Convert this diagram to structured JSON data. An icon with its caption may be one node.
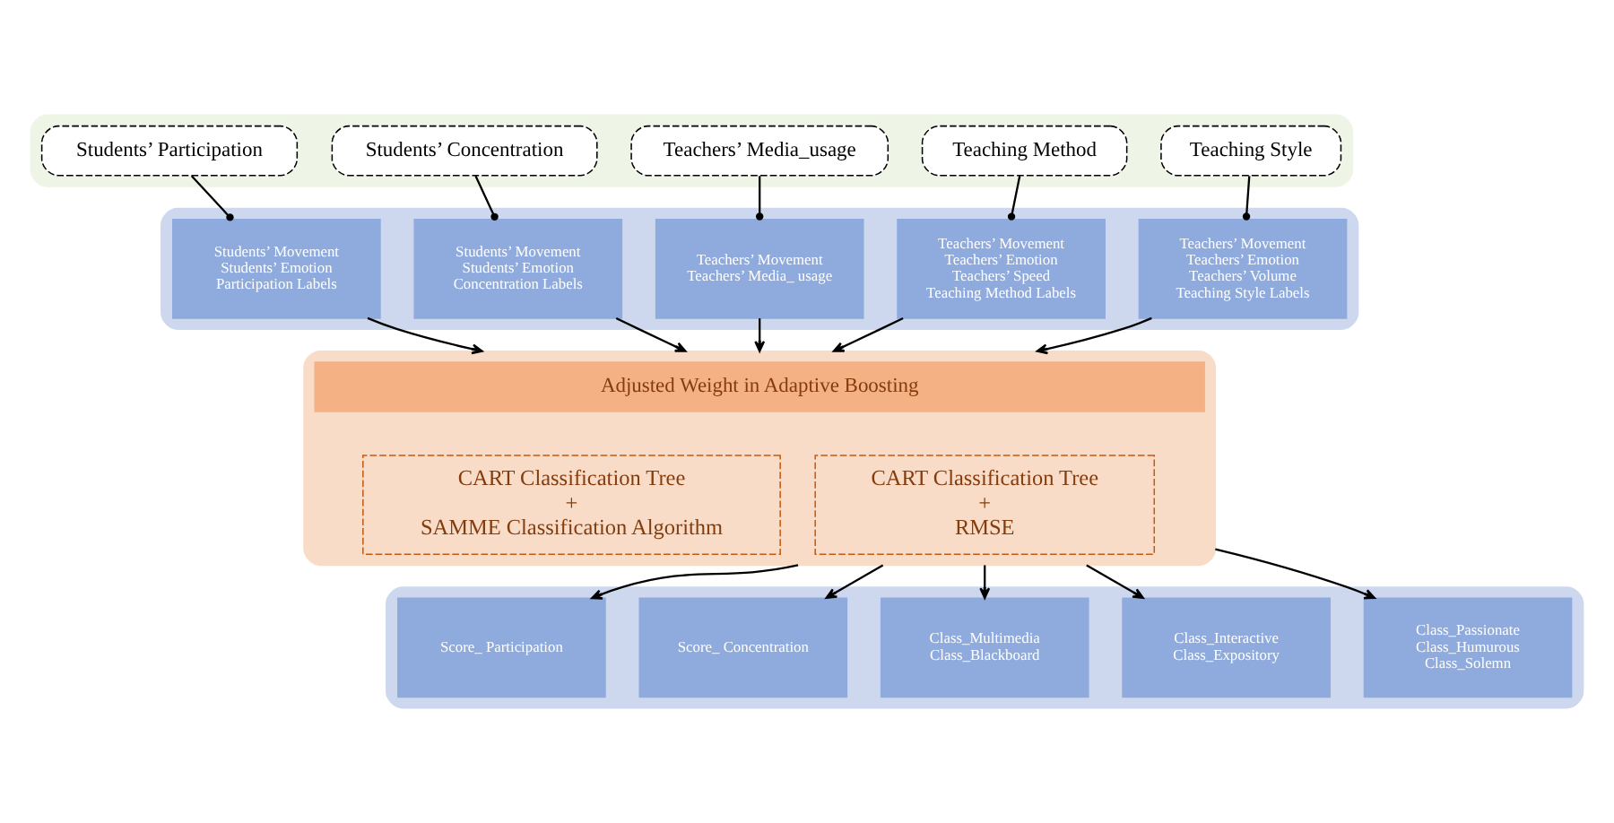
{
  "diagram": {
    "nodes": [
      {
        "text": [],
        "shape": "box"
      },
      {
        "text": [
          "Teaching Style"
        ],
        "in": 0
      },
      {
        "text": [
          "Teaching Method"
        ],
        "in": 0
      },
      {
        "text": [
          "Teachers’ Media_usage"
        ],
        "in": 0
      },
      {
        "text": [
          "Students’ Concentration"
        ],
        "in": 0
      },
      {
        "text": [
          "Students’ Participation"
        ],
        "in": 0
      },
      {
        "text": [],
        "shape": "box"
      },
      {
        "text": [
          "Teachers’ Movement",
          "Teachers’ Emotion",
          "Teachers’ Volume",
          "Teaching Style Labels"
        ],
        "in": 6
      },
      {
        "text": [
          "Teachers’ Movement",
          "Teachers’ Emotion",
          "Teachers’ Speed",
          "Teaching Method Labels"
        ],
        "in": 6
      },
      {
        "text": [
          "Teachers’ Movement",
          "Teachers’ Media_ usage"
        ],
        "in": 6
      },
      {
        "text": [
          "Students’ Movement",
          "Students’ Emotion",
          "Concentration Labels"
        ],
        "in": 6
      },
      {
        "text": [
          "Students’ Movement",
          "Students’ Emotion",
          "Participation Labels"
        ],
        "in": 6
      },
      {
        "text": [],
        "shape": "box"
      },
      {
        "text": [
          "Adjusted Weight in Adaptive Boosting"
        ],
        "in": 12
      },
      {
        "text": [
          "CART Classification Tree",
          "+",
          "SAMME Classification Algorithm"
        ],
        "in": 12
      },
      {
        "text": [
          "CART Classification Tree",
          "+",
          "RMSE"
        ],
        "in": 12
      },
      {
        "text": [],
        "shape": "box"
      },
      {
        "text": [
          "Class_Passionate",
          "Class_Humurous",
          "Class_Solemn"
        ],
        "in": 16
      },
      {
        "text": [
          "Class_Interactive",
          "Class_Expository"
        ],
        "in": 16
      },
      {
        "text": [
          "Class_Multimedia",
          "Class_Blackboard"
        ],
        "in": 16
      },
      {
        "text": [
          "Score_ Concentration"
        ],
        "in": 16
      },
      {
        "text": [
          "Score_ Participation"
        ],
        "in": 16
      }
    ],
    "edges": [
      {
        "from": 1,
        "to": 7,
        "arrow": "other"
      },
      {
        "from": 2,
        "to": 8,
        "arrow": "other"
      },
      {
        "from": 3,
        "to": 9,
        "arrow": "other"
      },
      {
        "from": 4,
        "to": 10,
        "arrow": "other"
      },
      {
        "from": 5,
        "to": 11,
        "arrow": "other"
      },
      {
        "from": 7,
        "to": 12,
        "arrow": "to"
      },
      {
        "from": 8,
        "to": 12,
        "arrow": "to"
      },
      {
        "from": 9,
        "to": 12,
        "arrow": "to"
      },
      {
        "from": 10,
        "to": 12,
        "arrow": "to"
      },
      {
        "from": 11,
        "to": 12,
        "arrow": "to"
      },
      {
        "from": 12,
        "to": 17,
        "arrow": "to"
      },
      {
        "from": 12,
        "to": 18,
        "arrow": "to"
      },
      {
        "from": 12,
        "to": 19,
        "arrow": "to"
      },
      {
        "from": 12,
        "to": 20,
        "arrow": "to"
      },
      {
        "from": 12,
        "to": 21,
        "arrow": "to"
      }
    ]
  }
}
